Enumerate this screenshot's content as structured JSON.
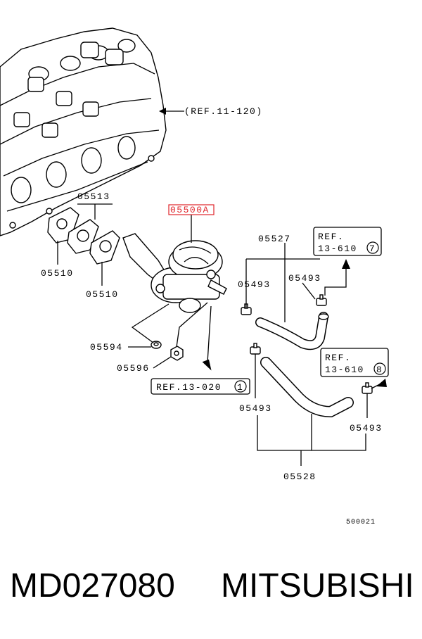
{
  "diagram": {
    "labels": {
      "ref_11_120": "(REF.11-120)",
      "highlight_part": "05500A",
      "p05513": "05513",
      "p05510_a": "05510",
      "p05510_b": "05510",
      "p05527": "05527",
      "p05493_a": "05493",
      "p05493_b": "05493",
      "p05493_c": "05493",
      "p05493_d": "05493",
      "p05594": "05594",
      "p05596": "05596",
      "p05528": "05528",
      "ref_13_020": "REF.13-020",
      "ref_13_020_num": "1",
      "ref_13_610_a_line1": "REF.",
      "ref_13_610_a_line2": "13-610",
      "ref_13_610_a_num": "7",
      "ref_13_610_b_line1": "REF.",
      "ref_13_610_b_line2": "13-610",
      "ref_13_610_b_num": "8",
      "diagram_code": "500021"
    },
    "colors": {
      "highlight": "#e0262b",
      "line": "#000000"
    }
  },
  "caption": {
    "part_number": "MD027080",
    "brand": "MITSUBISHI"
  }
}
